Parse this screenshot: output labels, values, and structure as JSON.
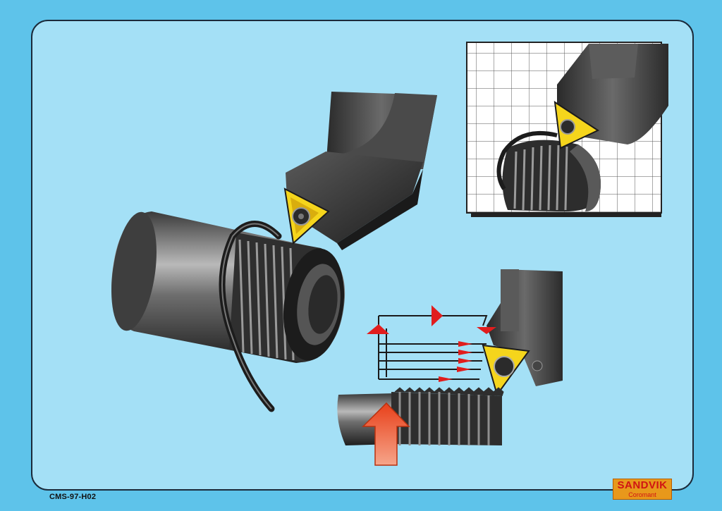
{
  "document": {
    "code": "CMS-97-H02"
  },
  "logo": {
    "brand": "SANDVIK",
    "sub": "Coromant"
  },
  "colors": {
    "background": "#5ec3ea",
    "panel": "#a4e0f6",
    "insert": "#f5d51c",
    "arrow": "#e11d1d",
    "feed_arrow": "#f0613f",
    "steel_dark": "#2e2e2e",
    "steel_light": "#8a8a8a"
  },
  "icons": [
    "threading-insert-icon",
    "chip-curl-icon",
    "feed-direction-arrow-icon",
    "infeed-arrow-icon"
  ]
}
